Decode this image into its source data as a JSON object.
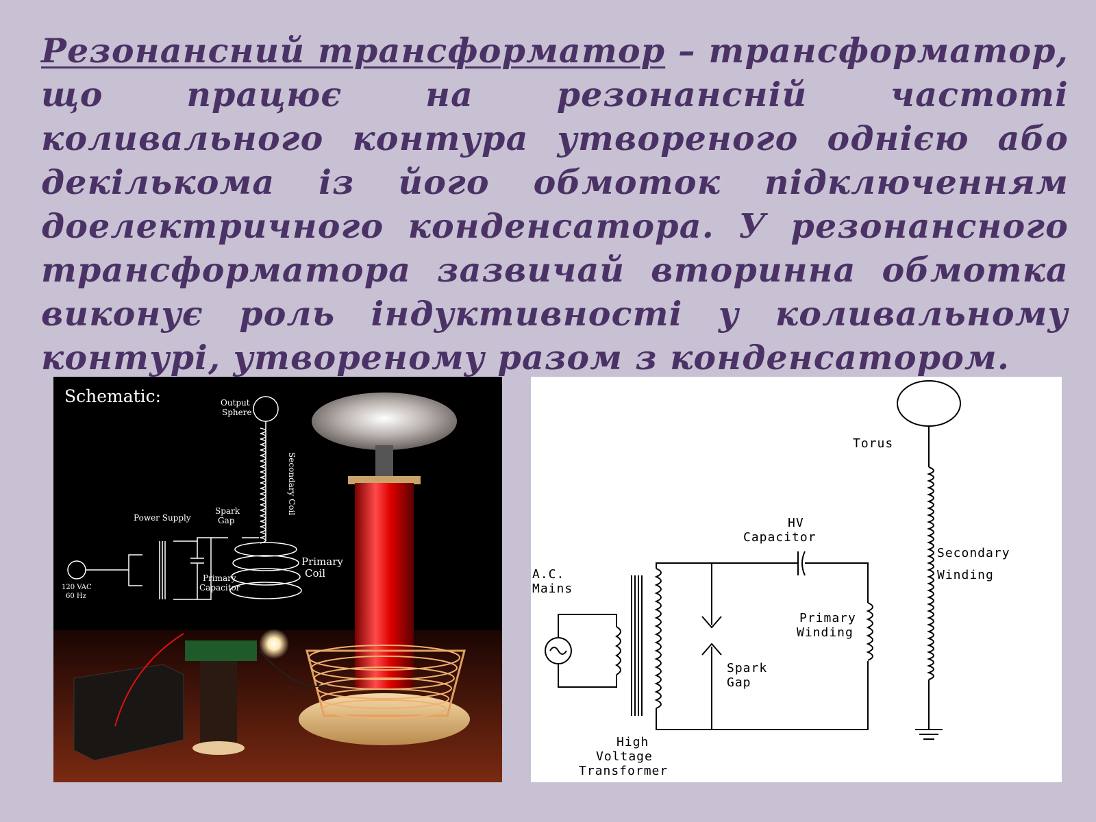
{
  "heading": {
    "term": "Резонансний трансформатор",
    "definition": "– трансформатор, що працює на резонансній частоті коливального контура утвореного однією або декількома із його обмоток підключенням доелектричного конденсатора. У резонансного трансформатора зазвичай вторинна обмотка виконує роль індуктивності у коливальному контурі, утвореному разом з конденсатором."
  },
  "colors": {
    "background": "#c8c0d3",
    "text": "#4b3266"
  },
  "photo": {
    "title": "Schematic:",
    "output_sphere": [
      "Output",
      "Sphere"
    ],
    "secondary_coil": "Secondary Coil",
    "spark_gap": [
      "Spark",
      "Gap"
    ],
    "power_supply": "Power Supply",
    "primary_coil": [
      "Primary",
      "Coil"
    ],
    "primary_capacitor": [
      "Primary",
      "Capacitor"
    ],
    "mains": [
      "120 VAC",
      "60 Hz"
    ]
  },
  "schematic": {
    "torus": "Torus",
    "hv_capacitor": [
      "HV",
      "Capacitor"
    ],
    "mains": [
      "A.C.",
      "Mains"
    ],
    "secondary_winding": [
      "Secondary",
      "Winding"
    ],
    "primary_winding": [
      "Primary",
      "Winding"
    ],
    "spark_gap": [
      "Spark",
      "Gap"
    ],
    "transformer": [
      "High",
      "Voltage",
      "Transformer"
    ]
  }
}
